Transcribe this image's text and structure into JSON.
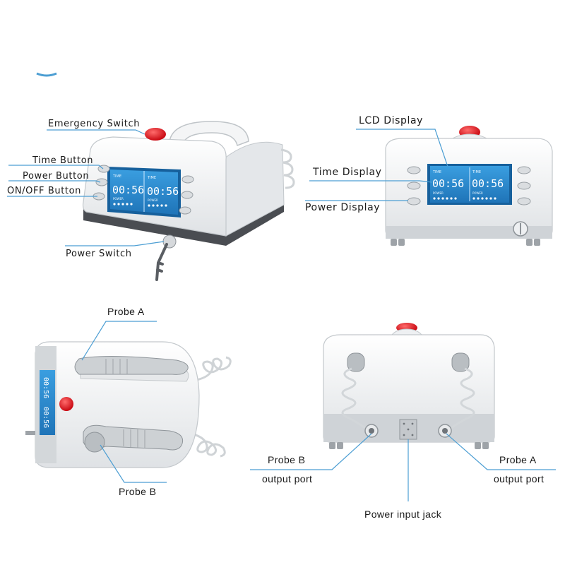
{
  "colors": {
    "device_body": "#f2f3f4",
    "device_shadow": "#c9cdd1",
    "base_dark": "#4a4d52",
    "lcd_blue": "#2f8fd3",
    "lcd_dark": "#16609c",
    "emergency_red": "#e0121c",
    "leader_line": "#4c9ed3"
  },
  "lcd": {
    "left_time": "00:56",
    "right_time": "00:56",
    "time_caption": "TIME",
    "power_caption": "POWER"
  },
  "callouts": {
    "emergency_switch": "Emergency Switch",
    "time_button": "Time Button",
    "power_button": "Power Button",
    "on_off_button": "ON/OFF Button",
    "power_switch": "Power Switch",
    "lcd_display": "LCD Display",
    "time_display": "Time Display",
    "power_display": "Power Display",
    "probe_a": "Probe A",
    "probe_b": "Probe B",
    "probe_b_port_line1": "Probe B",
    "probe_b_port_line2": "output port",
    "probe_a_port_line1": "Probe A",
    "probe_a_port_line2": "output port",
    "power_input_jack": "Power input jack"
  }
}
